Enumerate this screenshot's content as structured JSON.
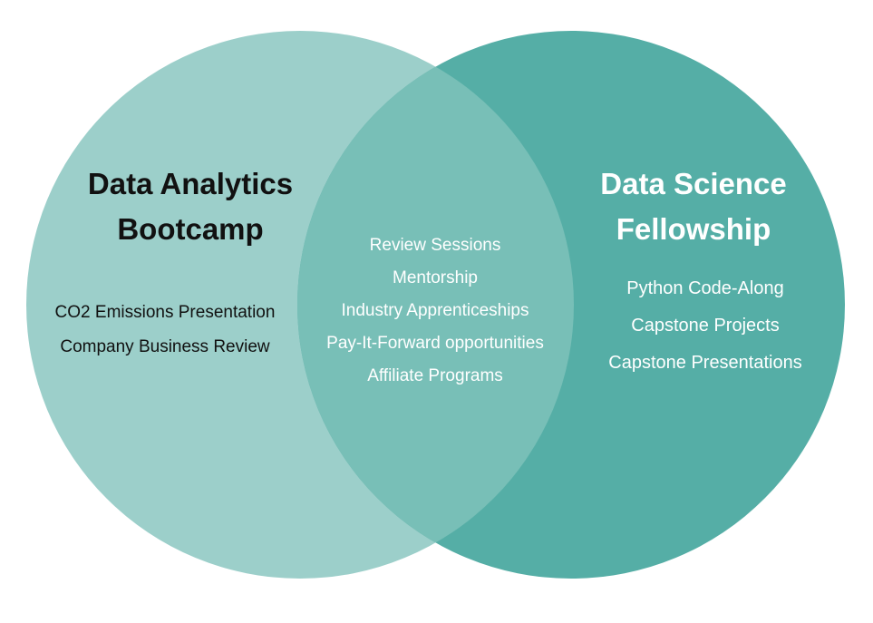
{
  "colors": {
    "left_circle": "#9ccfca",
    "right_circle": "#55aea6",
    "overlap": "#78bfb7",
    "dark_text": "#111111",
    "light_text": "#ffffff"
  },
  "left": {
    "title_line1": "Data Analytics",
    "title_line2": "Bootcamp",
    "items": [
      "CO2 Emissions Presentation",
      "Company Business Review"
    ]
  },
  "overlap": {
    "items": [
      "Review Sessions",
      "Mentorship",
      "Industry Apprenticeships",
      "Pay-It-Forward opportunities",
      "Affiliate Programs"
    ]
  },
  "right": {
    "title_line1": "Data Science",
    "title_line2": "Fellowship",
    "items": [
      "Python Code-Along",
      "Capstone Projects",
      "Capstone Presentations"
    ]
  }
}
